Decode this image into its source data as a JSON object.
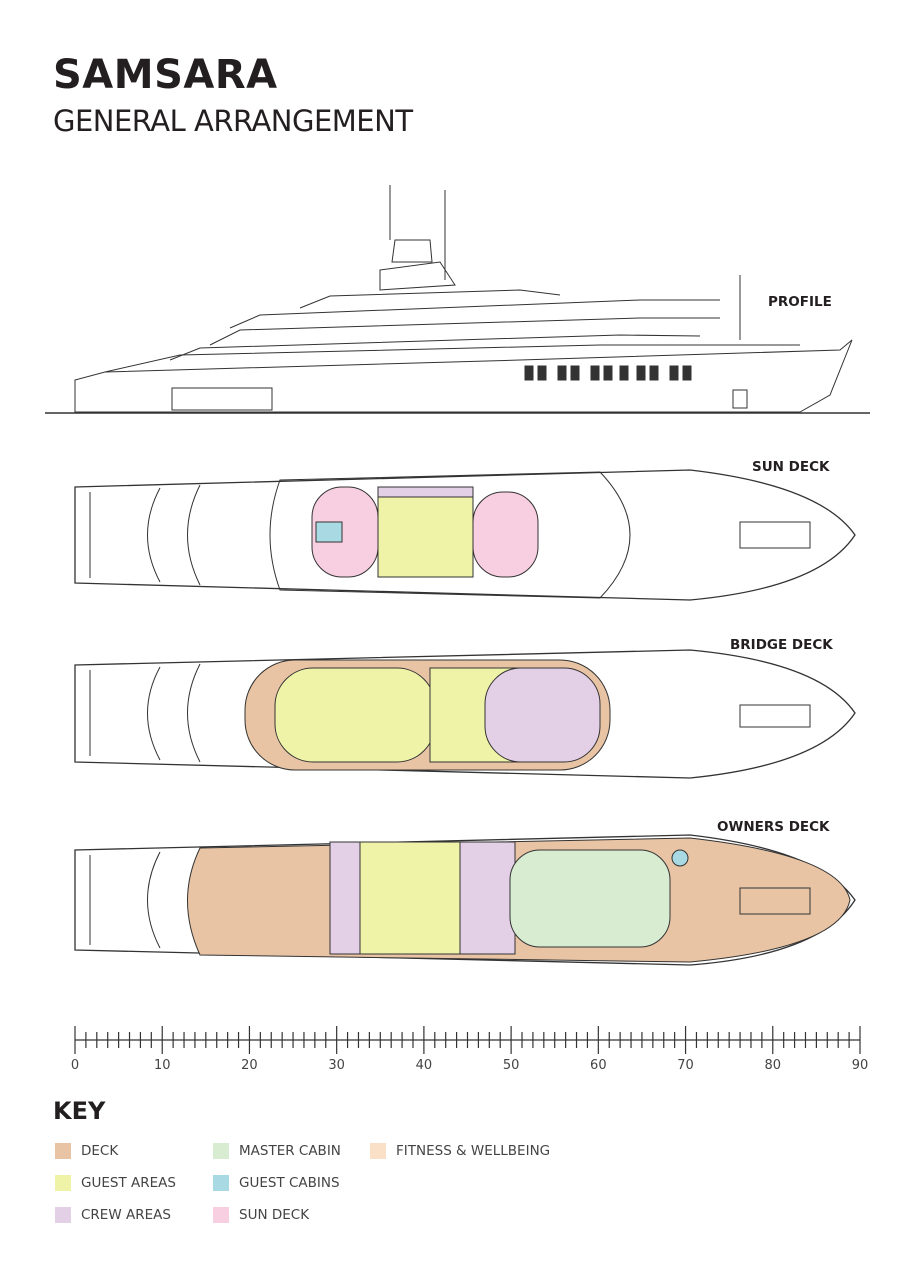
{
  "header": {
    "title": "SAMSARA",
    "subtitle": "GENERAL ARRANGEMENT"
  },
  "views": {
    "profile": "PROFILE",
    "sun_deck": "SUN DECK",
    "bridge_deck": "BRIDGE DECK",
    "owners_deck": "OWNERS DECK"
  },
  "scale": {
    "min": 0,
    "max": 90,
    "labels": [
      "0",
      "10",
      "20",
      "30",
      "40",
      "50",
      "60",
      "70",
      "80",
      "90"
    ]
  },
  "key": {
    "title": "KEY",
    "items": [
      {
        "label": "DECK",
        "color": "#e8c4a4"
      },
      {
        "label": "GUEST AREAS",
        "color": "#eef3a8"
      },
      {
        "label": "CREW AREAS",
        "color": "#e3cfe6"
      },
      {
        "label": "MASTER CABIN",
        "color": "#d8ecd2"
      },
      {
        "label": "GUEST CABINS",
        "color": "#a9d9e2"
      },
      {
        "label": "SUN DECK",
        "color": "#f8cfe0"
      },
      {
        "label": "FITNESS & WELLBEING",
        "color": "#fbe0c8"
      }
    ]
  }
}
